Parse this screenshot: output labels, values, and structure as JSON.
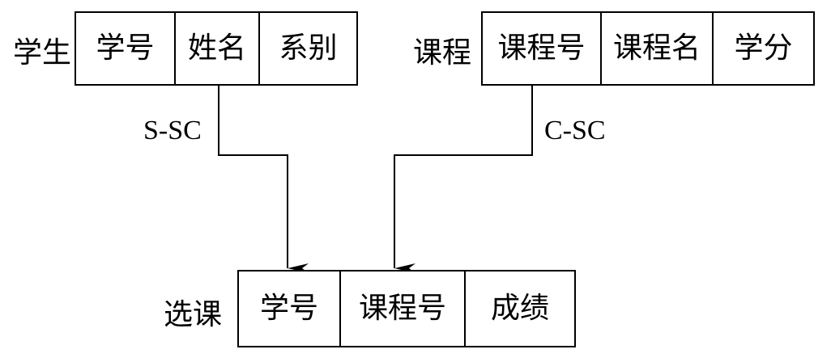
{
  "tables": {
    "student": {
      "name": "学生",
      "columns": [
        "学号",
        "姓名",
        "系别"
      ]
    },
    "course": {
      "name": "课程",
      "columns": [
        "课程号",
        "课程名",
        "学分"
      ]
    },
    "enrollment": {
      "name": "选课",
      "columns": [
        "学号",
        "课程号",
        "成绩"
      ]
    }
  },
  "links": {
    "s_sc": "S-SC",
    "c_sc": "C-SC"
  }
}
